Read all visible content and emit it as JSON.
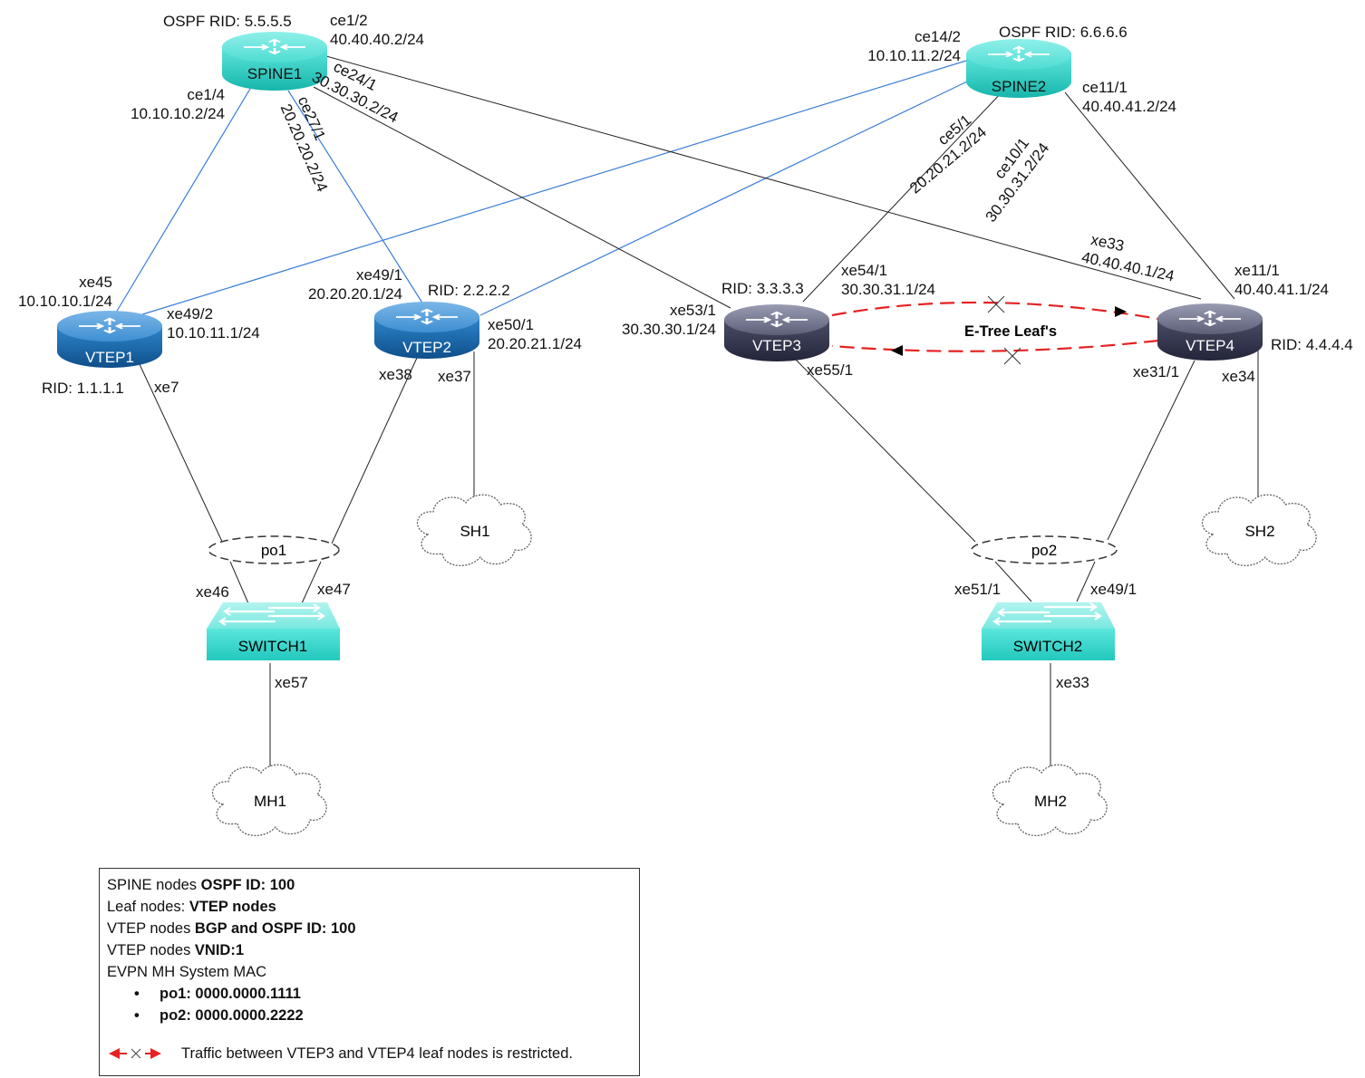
{
  "nodes": {
    "spine1": {
      "name": "SPINE1",
      "rid": "OSPF RID: 5.5.5.5"
    },
    "spine2": {
      "name": "SPINE2",
      "rid": "OSPF RID: 6.6.6.6"
    },
    "vtep1": {
      "name": "VTEP1",
      "rid": "RID: 1.1.1.1"
    },
    "vtep2": {
      "name": "VTEP2",
      "rid": "RID: 2.2.2.2"
    },
    "vtep3": {
      "name": "VTEP3",
      "rid": "RID: 3.3.3.3"
    },
    "vtep4": {
      "name": "VTEP4",
      "rid": "RID: 4.4.4.4"
    },
    "switch1": {
      "name": "SWITCH1"
    },
    "switch2": {
      "name": "SWITCH2"
    },
    "sh1": {
      "name": "SH1"
    },
    "sh2": {
      "name": "SH2"
    },
    "mh1": {
      "name": "MH1"
    },
    "mh2": {
      "name": "MH2"
    },
    "po1": {
      "name": "po1"
    },
    "po2": {
      "name": "po2"
    }
  },
  "interfaces": {
    "spine1_ce1_2": {
      "port": "ce1/2",
      "ip": "40.40.40.2/24"
    },
    "spine1_ce1_4": {
      "port": "ce1/4",
      "ip": "10.10.10.2/24"
    },
    "spine1_ce24_1": {
      "port": "ce24/1",
      "ip": "30.30.30.2/24"
    },
    "spine1_ce27_1": {
      "port": "ce27/1",
      "ip": "20.20.20.2/24"
    },
    "spine2_ce14_2": {
      "port": "ce14/2",
      "ip": "10.10.11.2/24"
    },
    "spine2_ce11_1": {
      "port": "ce11/1",
      "ip": "40.40.41.2/24"
    },
    "spine2_ce5_1": {
      "port": "ce5/1",
      "ip": "20.20.21.2/24"
    },
    "spine2_ce10_1": {
      "port": "ce10/1",
      "ip": "30.30.31.2/24"
    },
    "vtep1_xe45": {
      "port": "xe45",
      "ip": "10.10.10.1/24"
    },
    "vtep1_xe49_2": {
      "port": "xe49/2",
      "ip": "10.10.11.1/24"
    },
    "vtep1_xe7": {
      "port": "xe7"
    },
    "vtep2_xe49_1": {
      "port": "xe49/1",
      "ip": "20.20.20.1/24"
    },
    "vtep2_xe50_1": {
      "port": "xe50/1",
      "ip": "20.20.21.1/24"
    },
    "vtep2_xe38": {
      "port": "xe38"
    },
    "vtep2_xe37": {
      "port": "xe37"
    },
    "vtep3_xe53_1": {
      "port": "xe53/1",
      "ip": "30.30.30.1/24"
    },
    "vtep3_xe54_1": {
      "port": "xe54/1",
      "ip": "30.30.31.1/24"
    },
    "vtep3_xe55_1": {
      "port": "xe55/1"
    },
    "vtep4_xe33": {
      "port": "xe33",
      "ip": "40.40.40.1/24"
    },
    "vtep4_xe11_1": {
      "port": "xe11/1",
      "ip": "40.40.41.1/24"
    },
    "vtep4_xe31_1": {
      "port": "xe31/1"
    },
    "vtep4_xe34": {
      "port": "xe34"
    },
    "switch1_xe46": {
      "port": "xe46"
    },
    "switch1_xe47": {
      "port": "xe47"
    },
    "switch1_xe57": {
      "port": "xe57"
    },
    "switch2_xe51_1": {
      "port": "xe51/1"
    },
    "switch2_xe49_1": {
      "port": "xe49/1"
    },
    "switch2_xe33": {
      "port": "xe33"
    }
  },
  "etree": {
    "label": "E-Tree Leaf's"
  },
  "legend": {
    "line1_prefix": "SPINE nodes ",
    "line1_bold": "OSPF ID: 100",
    "line2_prefix": "Leaf nodes: ",
    "line2_bold": "VTEP nodes",
    "line3_prefix": "VTEP nodes ",
    "line3_bold": "BGP and OSPF ID: 100",
    "line4_prefix": "VTEP nodes ",
    "line4_bold": "VNID:1",
    "line5": "EVPN MH System MAC",
    "mac_items": [
      "po1: 0000.0000.1111",
      "po2: 0000.0000.2222"
    ],
    "restrict_text": "Traffic between VTEP3 and VTEP4 leaf nodes is restricted."
  },
  "colors": {
    "spine": "#2fd3c8",
    "vtep_blue": "#1f73b7",
    "vtep_dark": "#3c3f52",
    "switch": "#3fd8cf",
    "link_blue": "#3b7dd8",
    "link_black": "#222222",
    "etree_red": "#e52222"
  }
}
